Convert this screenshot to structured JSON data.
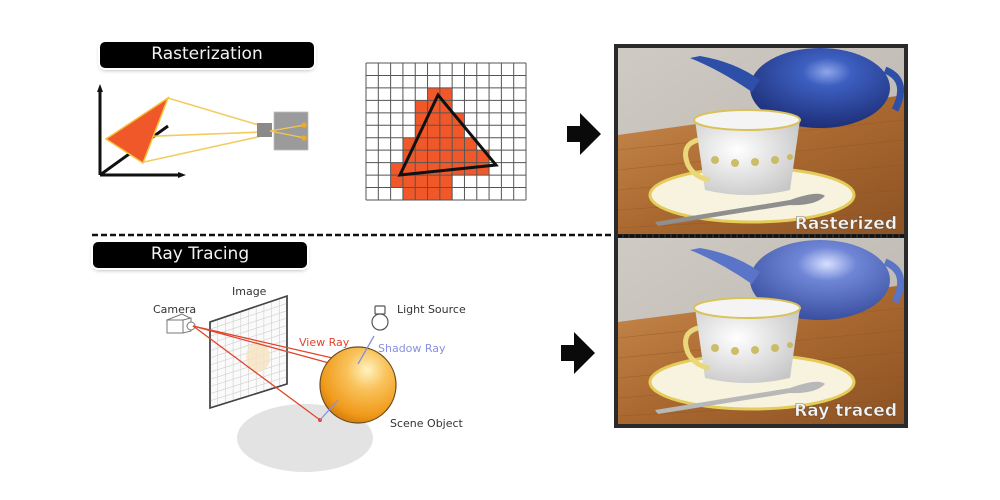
{
  "sections": {
    "rasterization": {
      "title": "Rasterization"
    },
    "ray_tracing": {
      "title": "Ray Tracing",
      "labels": {
        "camera": "Camera",
        "image": "Image",
        "light_source": "Light Source",
        "view_ray": "View Ray",
        "shadow_ray": "Shadow Ray",
        "scene_object": "Scene Object"
      }
    }
  },
  "renders": {
    "top": {
      "caption": "Rasterized"
    },
    "bottom": {
      "caption": "Ray traced"
    }
  },
  "icons": {
    "arrow": "right-arrow-icon",
    "camera": "camera-icon",
    "light": "light-bulb-icon"
  },
  "colors": {
    "triangle_fill": "#f0582a",
    "ray_yellow": "#f2c650",
    "view_ray": "#e0452a",
    "shadow_ray": "#8a8fe0",
    "sphere": "#f5a020",
    "teapot_raster": "#2e4fa8",
    "teapot_ray": "#5a74c8",
    "wood": "#b0713a"
  },
  "raster_grid": {
    "columns": 13,
    "rows": 11
  }
}
